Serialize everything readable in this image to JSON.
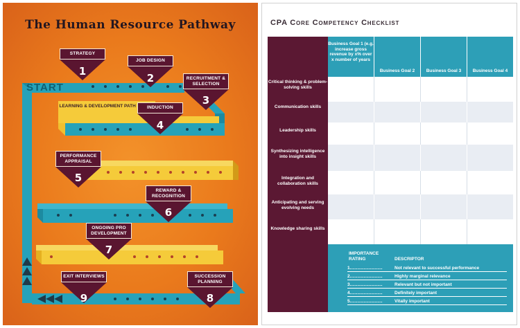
{
  "left": {
    "title": "The Human Resource Pathway",
    "start_label": "START",
    "ld_label": "Learning & Development Path Begins",
    "steps": [
      {
        "num": "1",
        "label": "Strategy"
      },
      {
        "num": "2",
        "label": "Job Design"
      },
      {
        "num": "3",
        "label": "Recruitment & Selection"
      },
      {
        "num": "4",
        "label": "Induction"
      },
      {
        "num": "5",
        "label": "Performance Appraisal"
      },
      {
        "num": "6",
        "label": "Reward & Recognition"
      },
      {
        "num": "7",
        "label": "Ongoing Pro Development"
      },
      {
        "num": "8",
        "label": "Succession Planning"
      },
      {
        "num": "9",
        "label": "Exit Interviews"
      }
    ]
  },
  "right": {
    "title": "CPA Core Competency Checklist",
    "columns": [
      "Business Goal 1 (e.g. increase gross revenue by x% over x number of years",
      "Business Goal 2",
      "Business Goal 3",
      "Business Goal 4"
    ],
    "rows": [
      "Critical thinking & problem-solving skills",
      "Communication skills",
      "Leadership skills",
      "Synthesizing intelligence into insight skills",
      "Integration and collaboration skills",
      "Anticipating and serving evolving needs",
      "Knowledge sharing skills"
    ],
    "importance": {
      "rating_header": "IMPORTANCE RATING",
      "descriptor_header": "DESCRIPTOR",
      "ratings": [
        {
          "num": "1..........................",
          "desc": "Not relevant to successful performance"
        },
        {
          "num": "2..........................",
          "desc": "Highly marginal relevance"
        },
        {
          "num": "3..........................",
          "desc": "Relevant but not important"
        },
        {
          "num": "4..........................",
          "desc": "Definitely important"
        },
        {
          "num": "5..........................",
          "desc": "Vitally important"
        }
      ]
    }
  },
  "colors": {
    "orange": "#ea7a1c",
    "teal": "#2d9fb7",
    "maroon": "#5b1833",
    "yellow": "#f5cb3a"
  }
}
